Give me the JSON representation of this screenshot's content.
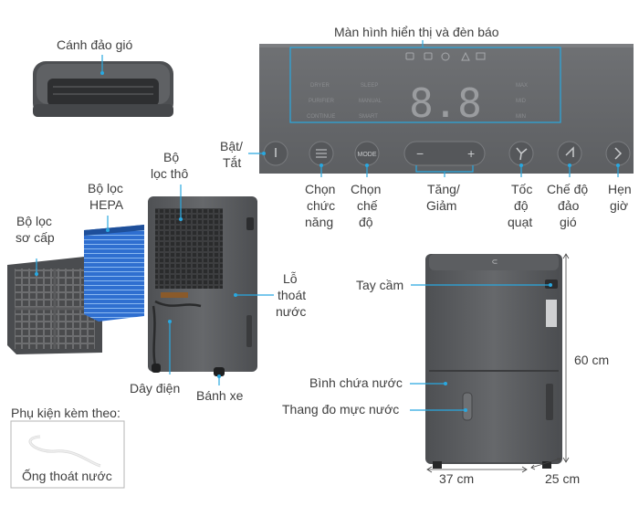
{
  "labels": {
    "canh_dao_gio": "Cánh đảo gió",
    "man_hinh": "Màn hình hiển thị và đèn báo",
    "bat_tat_1": "Bật/",
    "bat_tat_2": "Tắt",
    "chon_chuc_nang_1": "Chọn",
    "chon_chuc_nang_2": "chức",
    "chon_chuc_nang_3": "năng",
    "chon_che_do_1": "Chọn",
    "chon_che_do_2": "chế",
    "chon_che_do_3": "độ",
    "tang_giam_1": "Tăng/",
    "tang_giam_2": "Giảm",
    "toc_do_quat_1": "Tốc",
    "toc_do_quat_2": "độ",
    "toc_do_quat_3": "quạt",
    "che_do_dao_gio_1": "Chế độ",
    "che_do_dao_gio_2": "đảo",
    "che_do_dao_gio_3": "gió",
    "hen_gio_1": "Hẹn",
    "hen_gio_2": "giờ",
    "bo_loc_so_cap_1": "Bộ lọc",
    "bo_loc_so_cap_2": "sơ cấp",
    "bo_loc_hepa_1": "Bộ lọc",
    "bo_loc_hepa_2": "HEPA",
    "bo_loc_tho_1": "Bộ",
    "bo_loc_tho_2": "lọc thô",
    "lo_thoat_nuoc_1": "Lỗ",
    "lo_thoat_nuoc_2": "thoát",
    "lo_thoat_nuoc_3": "nước",
    "day_dien": "Dây điện",
    "banh_xe": "Bánh xe",
    "tay_cam": "Tay cầm",
    "binh_chua_nuoc": "Bình chứa nước",
    "thang_do_muc_nuoc": "Thang đo mực nước",
    "phu_kien": "Phụ kiện kèm theo:",
    "ong_thoat_nuoc": "Ống thoát nước"
  },
  "dimensions": {
    "height": "60 cm",
    "width": "37 cm",
    "depth": "25 cm"
  },
  "panel": {
    "digits": "8.8",
    "mode_left": [
      "DRYER",
      "PURIFIER",
      "CONTINUE"
    ],
    "mode_mid": [
      "SLEEP",
      "MANUAL",
      "SMART"
    ],
    "mode_right": [
      "MAX",
      "MID",
      "MIN"
    ],
    "mode_button_text": "MODE"
  },
  "colors": {
    "accent": "#29a8e0",
    "body": "#5c5e61",
    "panel": "#6b6d70"
  }
}
